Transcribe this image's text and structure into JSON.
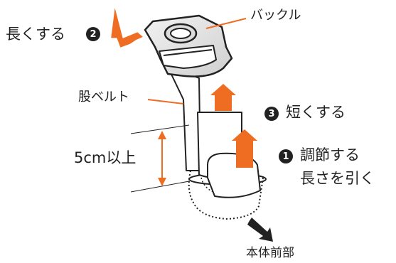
{
  "labels": {
    "buckle": "バックル",
    "lengthen": "長くする",
    "crotch_belt": "股ベルト",
    "shorten": "短くする",
    "measure": "5cm以上",
    "adjust_line1": "調節する",
    "adjust_line2": "長さを引く",
    "main_body_front": "本体前部"
  },
  "steps": {
    "step1": "1",
    "step2": "2",
    "step3": "3"
  },
  "colors": {
    "arrow": "#ef6d22",
    "leader": "#ef6d22",
    "outline": "#222222",
    "text": "#222222"
  }
}
